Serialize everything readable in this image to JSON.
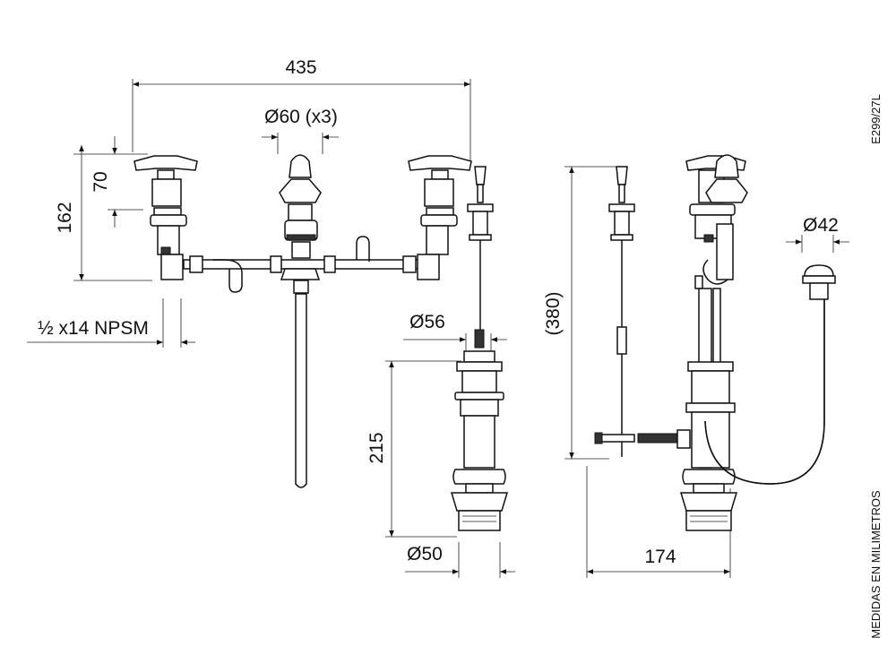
{
  "dimensions": {
    "total_width": "435",
    "handle_diameter": "Ø60 (x3)",
    "handle_height": "70",
    "overall_height": "162",
    "thread": "½ x14 NPSM",
    "drain_top_diameter": "Ø56",
    "drain_height": "215",
    "drain_bottom_diameter": "Ø50",
    "side_height": "(380)",
    "side_depth": "174",
    "spout_diameter": "Ø42"
  },
  "side_notes": {
    "code": "E299/27L",
    "units": "MEDIDAS EN MILIMETROS"
  }
}
